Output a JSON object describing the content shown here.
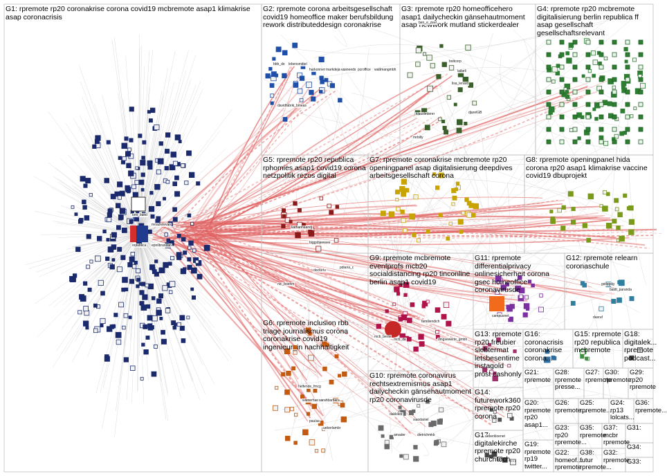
{
  "graph": {
    "groups": [
      {
        "id": "G1",
        "label": "G1: rpremote rp20 coronakrise corona covid19 mcbremote asap1 klimakrise asap coronacrisis",
        "color": "#1a2a6c"
      },
      {
        "id": "G2",
        "label": "G2: rpremote corona arbeitsgesellschaft covid19 homeoffice maker berufsbildung rework distributeddesign coronakrise",
        "color": "#1f4fa8"
      },
      {
        "id": "G3",
        "label": "G3: rpremote rp20 homeofficehero asap1 dailycheckin gänsehautmoment asap newwork mutland stickerdealer",
        "color": "#3a5f2a"
      },
      {
        "id": "G4",
        "label": "G4: rpremote rp20 mcbremote digitalisierung berlin republica ff asap gesellschaft gesellschaftsrelevant",
        "color": "#2e7d32"
      },
      {
        "id": "G5",
        "label": "G5: rpremote rp20 republica rphomies asap1 covid19 corona netzpolitik rezos digital",
        "color": "#8b1a1a"
      },
      {
        "id": "G6",
        "label": "G6: rpremote inclusion rbb triage journalismus corona coronakrise covid19 ingenieur_in nachhaltigkeit",
        "color": "#c25a12"
      },
      {
        "id": "G7",
        "label": "G7: rpremote coronakrise mcbremote rp20 openingpanel asap digitalisierung deepdives arbeitsgesellschaft corona",
        "color": "#c9a400"
      },
      {
        "id": "G8",
        "label": "G8: rpremote openingpanel hida corona rp20 asap1 klimakrise vaccine covid19 dbuprojekt",
        "color": "#7a9a1a"
      },
      {
        "id": "G9",
        "label": "G9: rpremote mcbremote eventprofs mcb20 socialdistancing rp20 tinconline berlin asap1 covid19",
        "color": "#b0124a"
      },
      {
        "id": "G10",
        "label": "G10: rpremote coronavirus rechtsextremismus asap1 dailycheckin gänsehautmoment rp20 coronavirusde",
        "color": "#6a6a6a"
      },
      {
        "id": "G11",
        "label": "G11: rpremote differentialprivacy onlinesicherheit corona gsec homeoffice coronavirusde",
        "color": "#7b2fa0"
      },
      {
        "id": "G12",
        "label": "G12: rpremote relearn coronaschule",
        "color": "#2f7fa0"
      },
      {
        "id": "G13",
        "label": "G13: rpremote rp20 freubier siebtermat letsbesentime instagold prost cashonly",
        "color": "#a02f6a"
      },
      {
        "id": "G14",
        "label": "G14: futurework360 rpremote rp20 corona",
        "color": "#555555"
      },
      {
        "id": "G15",
        "label": "G15: rpremote rp20 republica mcbremote",
        "color": "#3f8f3f"
      },
      {
        "id": "G16",
        "label": "G16: coronacrisis coronakrise corona...",
        "color": "#2f6f9f"
      },
      {
        "id": "G17",
        "label": "G17: digitalekirche rpremote rp20 churchtech...",
        "color": "#444444"
      },
      {
        "id": "G18",
        "label": "G18: digitalek... rpremote podcast...",
        "color": "#444444"
      },
      {
        "id": "G19",
        "label": "G19: rpremote rp19 twitter...",
        "color": "#444444"
      },
      {
        "id": "G20",
        "label": "G20: rpremote rp20 asap1...",
        "color": "#444444"
      },
      {
        "id": "G21",
        "label": "G21: rpremote",
        "color": "#444444"
      },
      {
        "id": "G22",
        "label": "G22: homeof... rpremote",
        "color": "#444444"
      },
      {
        "id": "G23",
        "label": "G23: rp20 rpremote...",
        "color": "#444444"
      },
      {
        "id": "G24",
        "label": "G24: rp13 lolcats...",
        "color": "#444444"
      },
      {
        "id": "G25",
        "label": "G25: rpremote...",
        "color": "#444444"
      },
      {
        "id": "G26",
        "label": "G26: rpremote...",
        "color": "#444444"
      },
      {
        "id": "G27",
        "label": "G27: rpremote",
        "color": "#444444"
      },
      {
        "id": "G28",
        "label": "G28: rpremote presse...",
        "color": "#444444"
      },
      {
        "id": "G29",
        "label": "G29: rp20 rpremote",
        "color": "#444444"
      },
      {
        "id": "G30",
        "label": "G30: rpremote",
        "color": "#444444"
      },
      {
        "id": "G31",
        "label": "G31:",
        "color": "#444444"
      },
      {
        "id": "G32",
        "label": "G32: rpremote",
        "color": "#444444"
      },
      {
        "id": "G33",
        "label": "G33:",
        "color": "#444444"
      },
      {
        "id": "G34",
        "label": "G34:",
        "color": "#444444"
      },
      {
        "id": "G35",
        "label": "G35: rpremote",
        "color": "#444444"
      },
      {
        "id": "G36",
        "label": "G36: rpremote...",
        "color": "#444444"
      },
      {
        "id": "G37",
        "label": "G37: mcbr rpremote",
        "color": "#444444"
      },
      {
        "id": "G38",
        "label": "G38: futur rpremote...",
        "color": "#444444"
      }
    ],
    "vertex_labels": [
      "bmi_bund",
      "republica",
      "moazlelevan",
      "epnilbrandan",
      "bbb_de",
      "lebensmittel",
      "harkonnen",
      "markdejaeger",
      "vasneeds",
      "pcroffice",
      "wattmangmbh",
      "davidfabrik_bmeas",
      "ben_e_zeel",
      "boltcorp",
      "laibeli",
      "lisa_lenard",
      "klauslederer",
      "djarelGB",
      "mrbilly",
      "katharinaandj",
      "biggsbjeewee",
      "doctorlu",
      "pdiana_c",
      "nic_boehm",
      "mcb_berlin",
      "mcb_de",
      "familiendich",
      "dingsewerte_gmbh",
      "campusnet",
      "dakkikor",
      "xiaodaniel",
      "amader",
      "dietrichmkb",
      "ueberkloenet",
      "helfende_fmcg",
      "wienerhaende",
      "paulas",
      "ueberlambr",
      "sarahbarbara",
      "gstlpgdg",
      "baldt_paranda",
      "dasruf"
    ],
    "legend_color_edges": "#e06060"
  }
}
